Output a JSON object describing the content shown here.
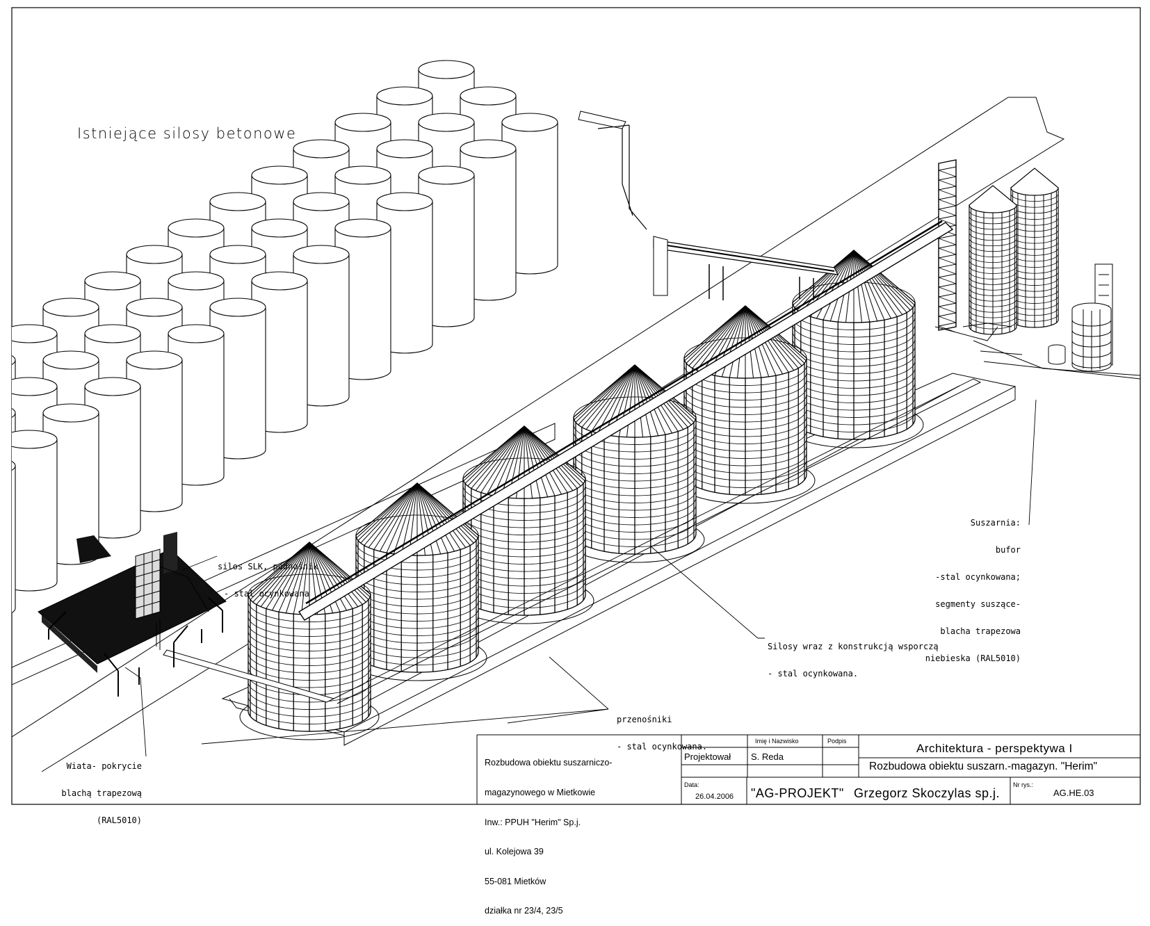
{
  "heading": "Istniejące silosy betonowe",
  "labels": {
    "slk": [
      "silos SLK, podnośnik",
      "- stal ocynkowana"
    ],
    "dryer": [
      "Suszarnia:",
      "bufor",
      "-stal ocynkowana;",
      "segmenty suszące-",
      "blacha trapezowa",
      "niebieska (RAL5010)"
    ],
    "silos": [
      "Silosy wraz z konstrukcją wsporczą",
      "- stal ocynkowana."
    ],
    "conveyors": [
      "przenośniki",
      "- stal ocynkowana."
    ],
    "canopy": [
      "Wiata- pokrycie",
      "blachą trapezową",
      "(RAL5010)"
    ]
  },
  "title_block": {
    "project_lines": [
      "Rozbudowa obiektu suszarniczo-",
      "magazynowego w Mietkowie",
      "Inw.: PPUH \"Herim\" Sp.j.",
      "ul. Kolejowa 39",
      "55-081 Mietków",
      "działka nr 23/4, 23/5"
    ],
    "col_name": "Imię i Nazwisko",
    "col_sign": "Podpis",
    "designed_label": "Projektował",
    "designer": "S. Reda",
    "date_label": "Data:",
    "date": "26.04.2006",
    "company": "\"AG-PROJEKT\"",
    "company_owner": "Grzegorz Skoczylas sp.j.",
    "drawing_title": "Architektura - perspektywa I",
    "drawing_subtitle": "Rozbudowa obiektu suszarn.-magazyn. \"Herim\"",
    "number_label": "Nr rys.:",
    "number": "AG.HE.03"
  }
}
